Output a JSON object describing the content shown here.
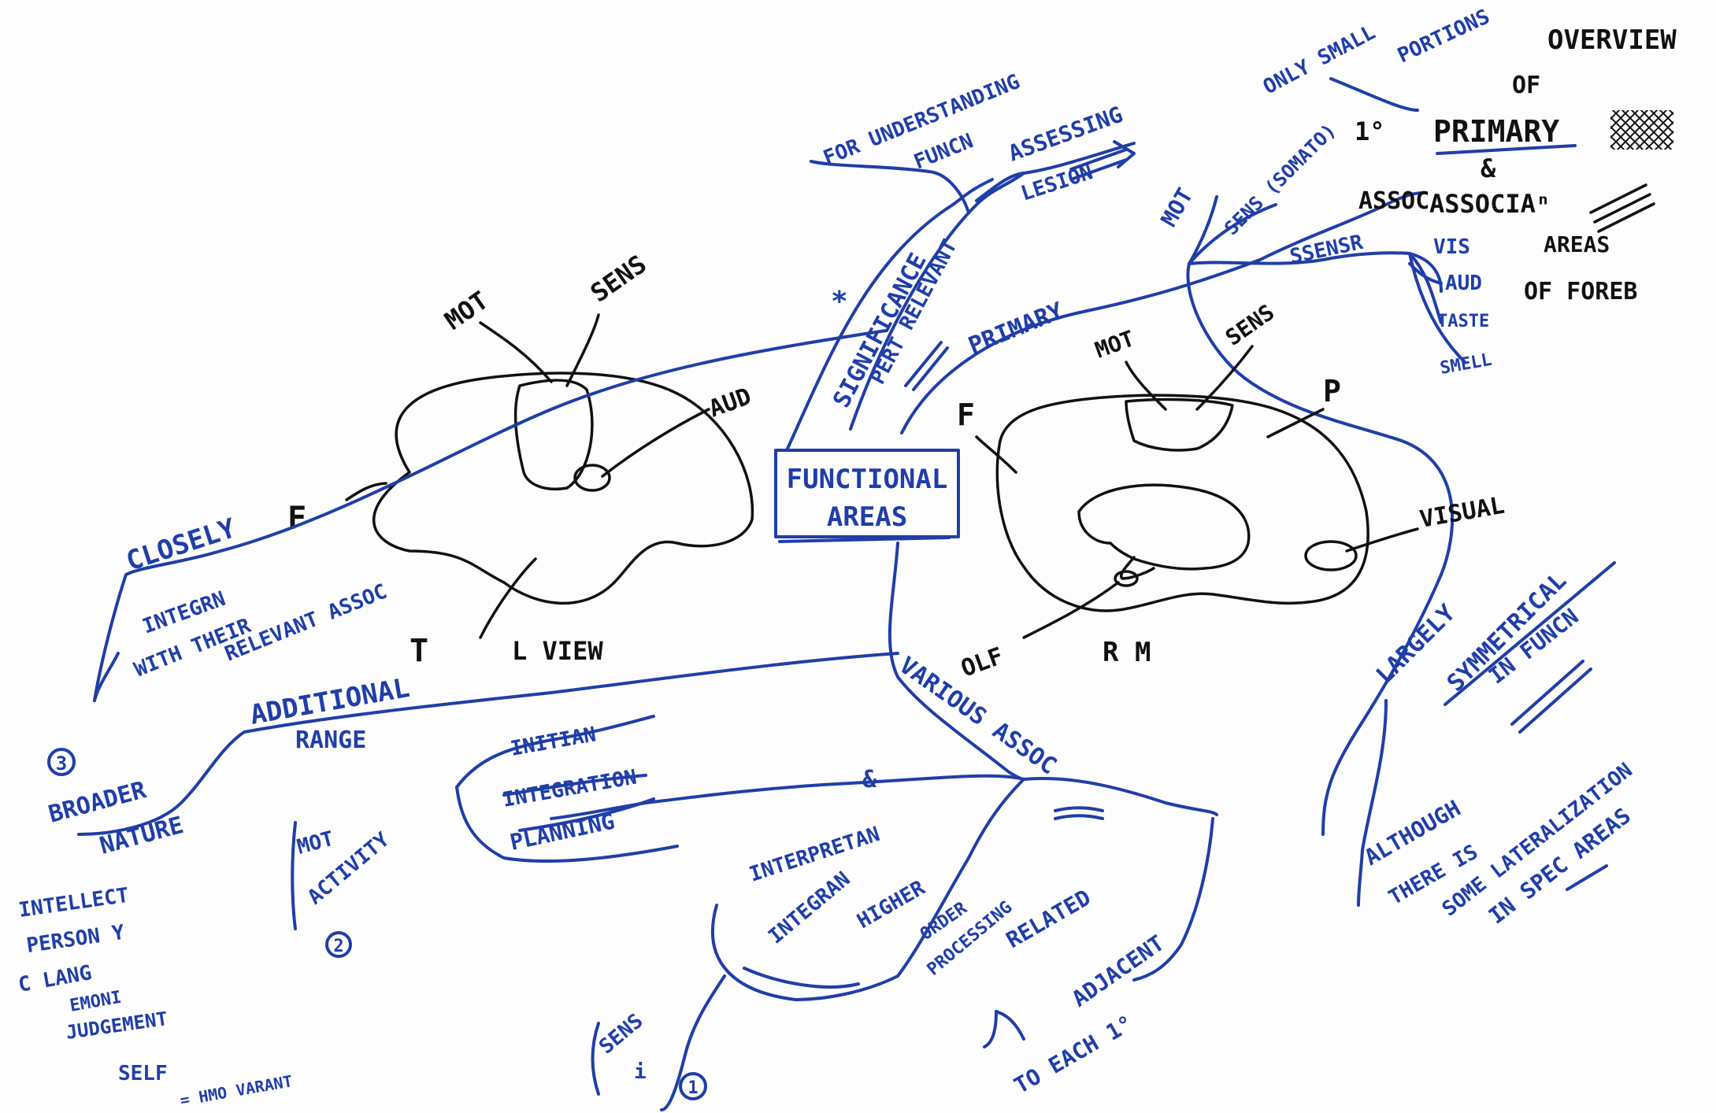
{
  "colors": {
    "ink_blue": "#1f3ea8",
    "ink_black": "#111111",
    "paper": "#fdfdfd"
  },
  "central": {
    "label_line1": "FUNCTIONAL",
    "label_line2": "AREAS"
  },
  "top_branch": {
    "significance": "SIGNIFICANCE",
    "star": "*",
    "for_understanding": "FOR UNDERSTANDING",
    "funcn": "FUNCN",
    "assessing": "ASSESSING",
    "lesion": "LESION",
    "pert_relevant": "PERT RELEVANT"
  },
  "primary_branch": {
    "primary": "PRIMARY",
    "mot": "MOT",
    "sens_somato": "SENS (SOMATO)",
    "ssensr": "SSENSR",
    "vis": "VIS",
    "aud": "AUD",
    "taste": "TASTE",
    "smell": "SMELL",
    "only_small": "ONLY SMALL",
    "portions": "PORTIONS"
  },
  "overview": {
    "overview": "OVERVIEW",
    "of": "OF",
    "one_degree": "1°",
    "primary": "PRIMARY",
    "amp": "&",
    "assoc": "ASSOC",
    "associan": "ASSOCIAⁿ",
    "areas": "AREAS",
    "of_foreb": "OF FOREB"
  },
  "brain_left": {
    "mot": "MOT",
    "sens": "SENS",
    "aud": "AUD",
    "f": "F",
    "t": "T",
    "view": "L VIEW"
  },
  "brain_right": {
    "mot": "MOT",
    "sens": "SENS",
    "f": "F",
    "p": "P",
    "visual": "VISUAL",
    "olf": "OLF",
    "view": "R M"
  },
  "left_notes": {
    "closely": "CLOSELY",
    "integrn": "INTEGRN",
    "with_their": "WITH THEIR",
    "relevant_assoc": "RELEVANT ASSOC"
  },
  "additional": {
    "label": "ADDITIONAL",
    "range": "RANGE",
    "num3": "3",
    "broader": "BROADER",
    "nature": "NATURE",
    "intellect": "INTELLECT",
    "person_y": "PERSON Y",
    "c_lang": "C LANG",
    "emoni": "EMONI",
    "judgement": "JUDGEMENT",
    "self": "SELF",
    "human_variant": "= HMO VARANT"
  },
  "assoc_branch": {
    "various_assoc": "VARIOUS ASSOC",
    "initian": "INITIAN",
    "integration": "INTEGRATION",
    "planning": "PLANNING",
    "amp": "&",
    "interpretation": "INTERPRETAN",
    "integration2": "INTEGRAN",
    "higher": "HIGHER",
    "order_processing_1": "ORDER",
    "order_processing_2": "PROCESSING",
    "motor_activity_1": "MOT",
    "motor_activity_2": "ACTIVITY",
    "num2": "2",
    "sens_i": "SENS",
    "sens_i2": "i",
    "num1": "1",
    "related": "RELATED",
    "adjacent": "ADJACENT",
    "to_each": "TO EACH 1°"
  },
  "right_notes": {
    "largely": "LARGELY",
    "symmetrical": "SYMMETRICAL",
    "in_funcn": "IN FUNCN",
    "although": "ALTHOUGH",
    "there_is": "THERE IS",
    "some_lateralization": "SOME LATERALIZATION",
    "in_spec_areas": "IN SPEC AREAS"
  }
}
